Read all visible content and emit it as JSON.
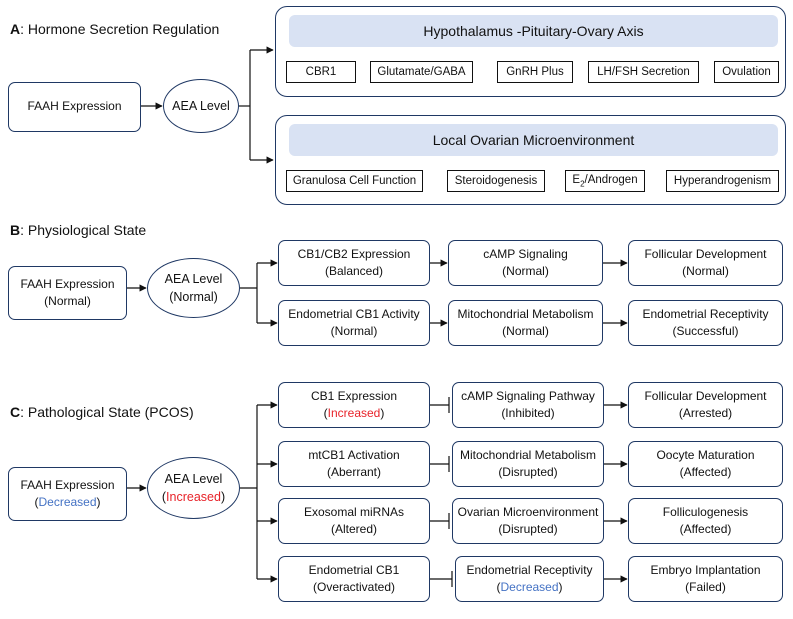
{
  "colors": {
    "border": "#1f3864",
    "band": "#d9e2f3",
    "increased": "#e8232a",
    "decreased": "#4472c4"
  },
  "sectionA": {
    "letter": "A",
    "title": ": Hormone Secretion Regulation",
    "faah": "FAAH Expression",
    "aea": "AEA Level",
    "axis_title": "Hypothalamus -Pituitary-Ovary Axis",
    "axis_steps": [
      "CBR1",
      "Glutamate/GABA",
      "GnRH Plus",
      "LH/FSH Secretion",
      "Ovulation"
    ],
    "local_title": "Local Ovarian Microenvironment",
    "local_steps": [
      "Granulosa Cell Function",
      "Steroidogenesis",
      "E",
      "2",
      "/Androgen",
      "Hyperandrogenism"
    ]
  },
  "sectionB": {
    "letter": "B",
    "title": ": Physiological State",
    "faah": "FAAH Expression",
    "faah_state": "(Normal)",
    "aea": "AEA Level",
    "aea_state": "(Normal)",
    "row1": [
      {
        "title": "CB1/CB2 Expression",
        "state": "(Balanced)"
      },
      {
        "title": "cAMP Signaling",
        "state": "(Normal)"
      },
      {
        "title": "Follicular Development",
        "state": "(Normal)"
      }
    ],
    "row2": [
      {
        "title": "Endometrial CB1 Activity",
        "state": "(Normal)"
      },
      {
        "title": "Mitochondrial Metabolism",
        "state": "(Normal)"
      },
      {
        "title": "Endometrial Receptivity",
        "state": "(Successful)"
      }
    ]
  },
  "sectionC": {
    "letter": "C",
    "title": ": Pathological State  (PCOS)",
    "faah": "FAAH Expression",
    "faah_open": "(",
    "faah_state": "Decreased",
    "faah_close": ")",
    "aea": "AEA Level",
    "aea_open": "(",
    "aea_state": "Increased",
    "aea_close": ")",
    "rows": [
      [
        {
          "title": "CB1 Expression",
          "open": "(",
          "state": "Increased",
          "close": ")"
        },
        {
          "title": "cAMP Signaling Pathway",
          "state": "(Inhibited)"
        },
        {
          "title": "Follicular Development",
          "state": "(Arrested)"
        }
      ],
      [
        {
          "title": "mtCB1 Activation",
          "state": "(Aberrant)"
        },
        {
          "title": "Mitochondrial Metabolism",
          "state": "(Disrupted)"
        },
        {
          "title": "Oocyte Maturation",
          "state": "(Affected)"
        }
      ],
      [
        {
          "title": "Exosomal miRNAs",
          "state": "(Altered)"
        },
        {
          "title": "Ovarian Microenvironment",
          "state": "(Disrupted)"
        },
        {
          "title": "Folliculogenesis",
          "state": "(Affected)"
        }
      ],
      [
        {
          "title": "Endometrial CB1",
          "state": "(Overactivated)"
        },
        {
          "title": "Endometrial Receptivity",
          "open": "(",
          "state": "Decreased",
          "close": ")"
        },
        {
          "title": "Embryo Implantation",
          "state": "(Failed)"
        }
      ]
    ]
  }
}
